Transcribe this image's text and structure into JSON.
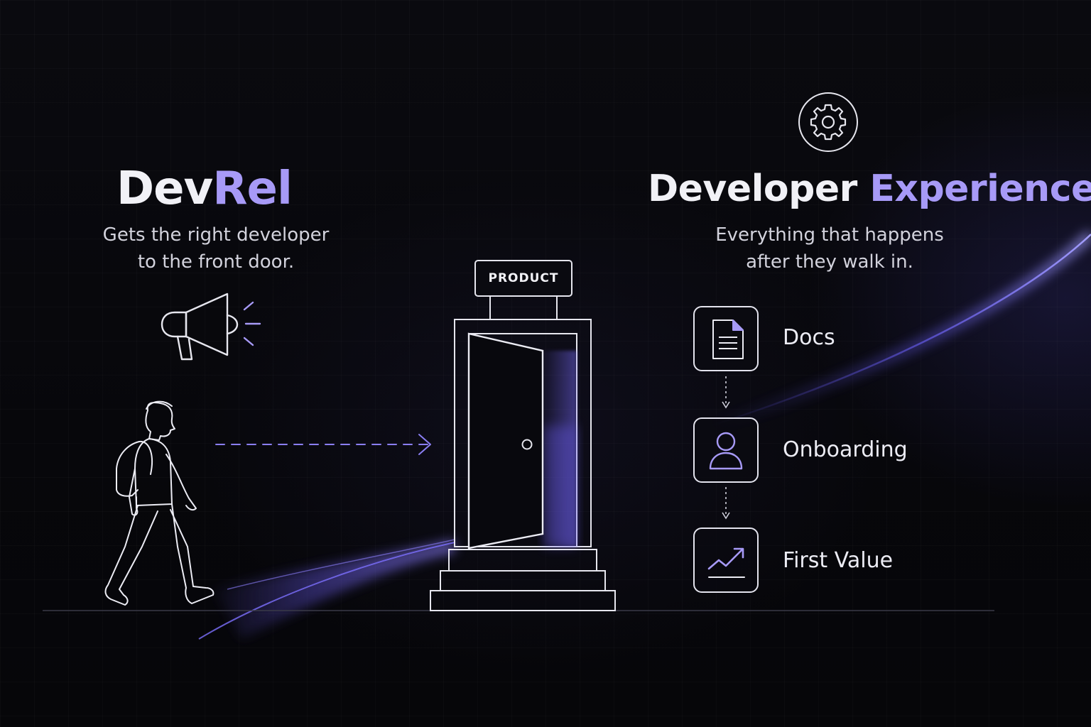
{
  "devrel": {
    "title_part1": "Dev",
    "title_part2": "Rel",
    "subtitle_line1": "Gets the right developer",
    "subtitle_line2": "to the front door."
  },
  "door": {
    "sign": "PRODUCT"
  },
  "developer_experience": {
    "title_part1": "Developer",
    "title_part2": "Experience",
    "subtitle_line1": "Everything that happens",
    "subtitle_line2": "after they walk in.",
    "steps": [
      {
        "label": "Docs",
        "icon": "document-icon"
      },
      {
        "label": "Onboarding",
        "icon": "user-icon"
      },
      {
        "label": "First Value",
        "icon": "trend-up-icon"
      }
    ]
  },
  "colors": {
    "accent": "#a79af7",
    "accent_glow": "#6b5cf0",
    "line": "#e6e6ee",
    "background": "#07070b"
  }
}
